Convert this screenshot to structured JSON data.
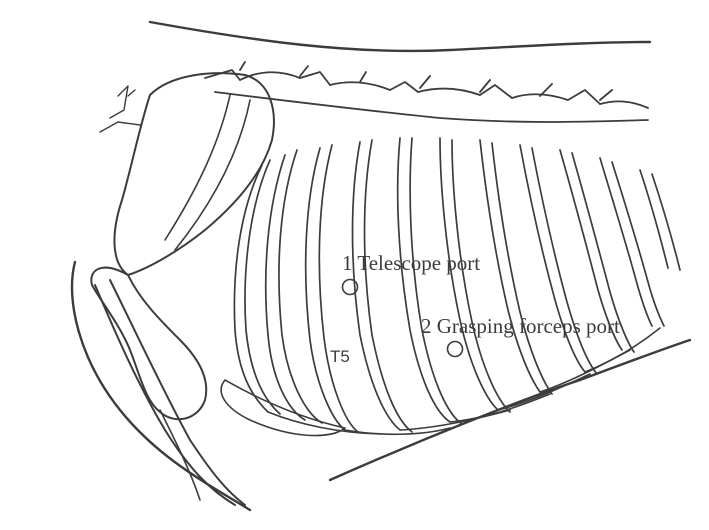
{
  "colors": {
    "background": "#ffffff",
    "ink": "#3c3c3c"
  },
  "labels": {
    "telescope_port": "1 Telescope port",
    "grasping_forceps_port": "2 Grasping forceps port",
    "vertebra_marker": "T5"
  },
  "ports": [
    {
      "id": 1,
      "icon": "circle-port-icon"
    },
    {
      "id": 2,
      "icon": "circle-port-icon"
    }
  ]
}
